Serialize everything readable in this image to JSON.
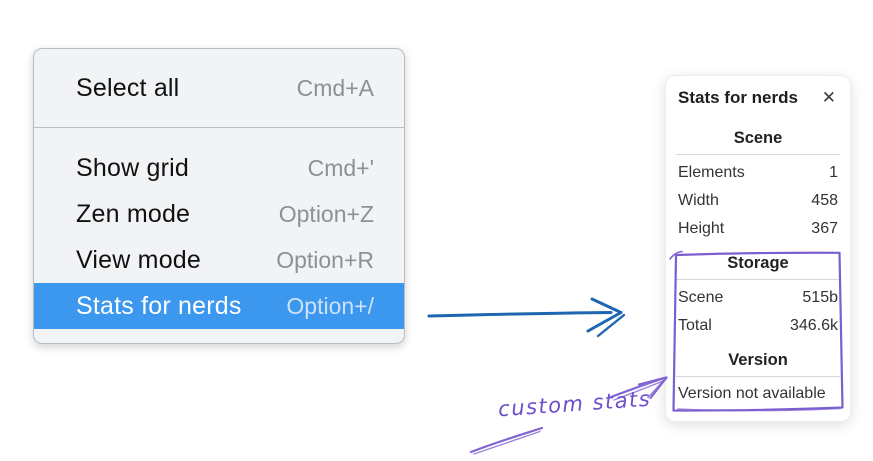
{
  "menu": {
    "sections": [
      {
        "items": [
          {
            "label": "Select all",
            "shortcut": "Cmd+A",
            "highlighted": false
          }
        ]
      },
      {
        "items": [
          {
            "label": "Show grid",
            "shortcut": "Cmd+'",
            "highlighted": false
          },
          {
            "label": "Zen mode",
            "shortcut": "Option+Z",
            "highlighted": false
          },
          {
            "label": "View mode",
            "shortcut": "Option+R",
            "highlighted": false
          },
          {
            "label": "Stats for nerds",
            "shortcut": "Option+/",
            "highlighted": true
          }
        ]
      }
    ],
    "highlight_color": "#3b98ee"
  },
  "stats_panel": {
    "title": "Stats for nerds",
    "close_icon": "✕",
    "sections": [
      {
        "header": "Scene",
        "rows": [
          {
            "label": "Elements",
            "value": "1"
          },
          {
            "label": "Width",
            "value": "458"
          },
          {
            "label": "Height",
            "value": "367"
          }
        ]
      },
      {
        "header": "Storage",
        "rows": [
          {
            "label": "Scene",
            "value": "515b"
          },
          {
            "label": "Total",
            "value": "346.6k"
          }
        ]
      },
      {
        "header": "Version",
        "note": "Version not available"
      }
    ]
  },
  "annotation": {
    "label": "custom stats",
    "color": "#7b5fd0"
  },
  "pointer_arrow": {
    "color": "#1e66b2"
  }
}
